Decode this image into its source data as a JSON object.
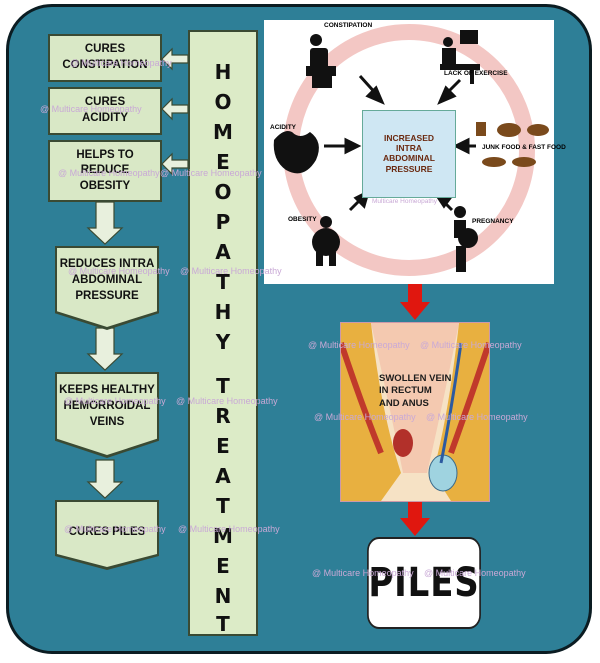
{
  "title_vertical": {
    "word1": [
      "H",
      "O",
      "M",
      "E",
      "O",
      "P",
      "A",
      "T",
      "H",
      "Y"
    ],
    "word2": [
      "T",
      "R",
      "E",
      "A",
      "T",
      "M",
      "E",
      "N",
      "T"
    ]
  },
  "left_boxes": [
    {
      "label": "CURES\nCONSTIPATION"
    },
    {
      "label": "CURES\nACIDITY"
    },
    {
      "label": "HELPS TO\nREDUCE\nOBESITY"
    }
  ],
  "flow_steps": [
    {
      "label": "REDUCES INTRA\nABDOMINAL\nPRESSURE"
    },
    {
      "label": "KEEPS HEALTHY\nHEMORROIDAL\nVEINS"
    },
    {
      "label": "CURES PILES"
    }
  ],
  "causes": {
    "center": "INCREASED\nINTRA\nABDOMINAL\nPRESSURE",
    "constipation": "CONSTIPATION",
    "lack_of_exercise": "LACK OF EXERCISE",
    "acidity": "ACIDITY",
    "junk_food": "JUNK FOOD & FAST FOOD",
    "obesity": "OBESITY",
    "pregnancy": "PREGNANCY",
    "center_watermark": "Multicare Homeopathy"
  },
  "anatomy": {
    "label": "SWOLLEN VEIN\nIN RECTUM\nAND ANUS"
  },
  "result": {
    "label": "PILES"
  },
  "watermark": "@ Multicare Homeopathy",
  "colors": {
    "frame": "#2e7f97",
    "box": "#d9e8c6",
    "arrow_red": "#e0170f",
    "frame_border": "#0b1c22"
  }
}
